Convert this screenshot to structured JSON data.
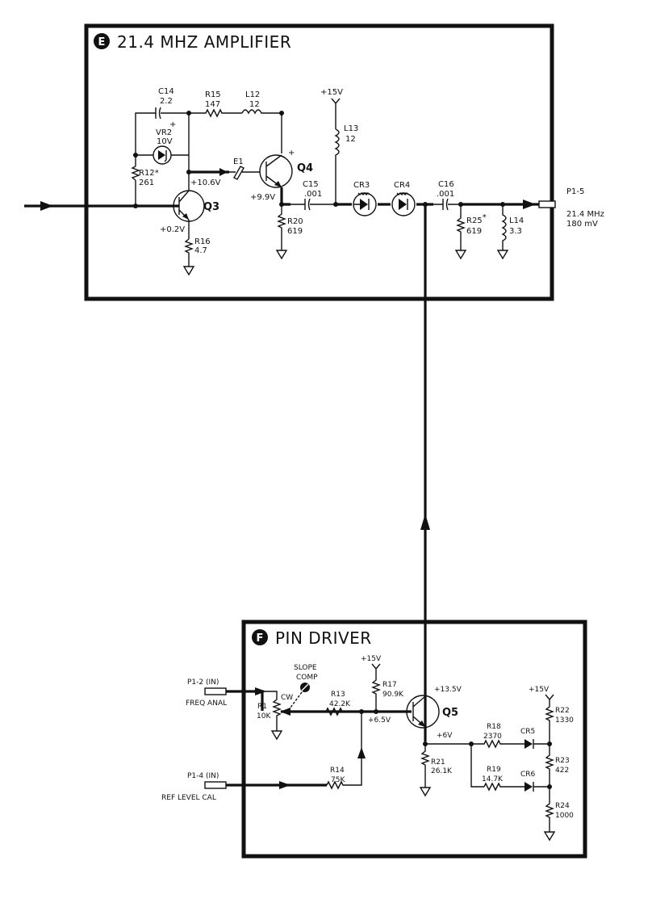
{
  "amplifier": {
    "badge": "E",
    "title": "21.4 MHZ AMPLIFIER",
    "components": {
      "c14": {
        "ref": "C14",
        "value": "2.2",
        "polarity": "+"
      },
      "r15": {
        "ref": "R15",
        "value": "147"
      },
      "l12": {
        "ref": "L12",
        "value": "12"
      },
      "vr2": {
        "ref": "VR2",
        "value": "10V"
      },
      "r12": {
        "ref": "R12",
        "mark": "*",
        "value": "261"
      },
      "e1": {
        "ref": "E1"
      },
      "q3": {
        "ref": "Q3",
        "voltage_collector": "+10.6V",
        "voltage_emitter": "+0.2V"
      },
      "q4": {
        "ref": "Q4",
        "voltage_emitter": "+9.9V",
        "polarity": "+"
      },
      "r16": {
        "ref": "R16",
        "value": "4.7"
      },
      "supply": "+15V",
      "l13": {
        "ref": "L13",
        "value": "12"
      },
      "c15": {
        "ref": "C15",
        "value": ".001"
      },
      "r20": {
        "ref": "R20",
        "value": "619"
      },
      "cr3": {
        "ref": "CR3"
      },
      "cr4": {
        "ref": "CR4"
      },
      "c16": {
        "ref": "C16",
        "value": ".001"
      },
      "r25": {
        "ref": "R25",
        "mark": "*",
        "value": "619"
      },
      "l14": {
        "ref": "L14",
        "value": "3.3"
      }
    },
    "output": {
      "pin": "P1-5",
      "freq": "21.4 MHz",
      "level": "180 mV"
    }
  },
  "pin_driver": {
    "badge": "F",
    "title": "PIN DRIVER",
    "inputs": {
      "p12": {
        "pin": "P1-2 (IN)",
        "label": "FREQ ANAL"
      },
      "p14": {
        "pin": "P1-4 (IN)",
        "label": "REF LEVEL CAL"
      }
    },
    "components": {
      "slope": {
        "line1": "SLOPE",
        "line2": "COMP"
      },
      "r1": {
        "ref": "R1",
        "value": "10K",
        "cw": "CW"
      },
      "supply": "+15V",
      "r17": {
        "ref": "R17",
        "value": "90.9K"
      },
      "r13": {
        "ref": "R13",
        "value": "42.2K"
      },
      "base_voltage": "+6.5V",
      "r14": {
        "ref": "R14",
        "value": "75K"
      },
      "q5": {
        "ref": "Q5",
        "voltage_collector": "+13.5V",
        "voltage_emitter": "+6V"
      },
      "r21": {
        "ref": "R21",
        "value": "26.1K"
      },
      "r18": {
        "ref": "R18",
        "value": "2370"
      },
      "cr5": {
        "ref": "CR5"
      },
      "r19": {
        "ref": "R19",
        "value": "14.7K"
      },
      "cr6": {
        "ref": "CR6"
      },
      "supply2": "+15V",
      "r22": {
        "ref": "R22",
        "value": "1330"
      },
      "r23": {
        "ref": "R23",
        "value": "422"
      },
      "r24": {
        "ref": "R24",
        "value": "1000"
      }
    }
  }
}
